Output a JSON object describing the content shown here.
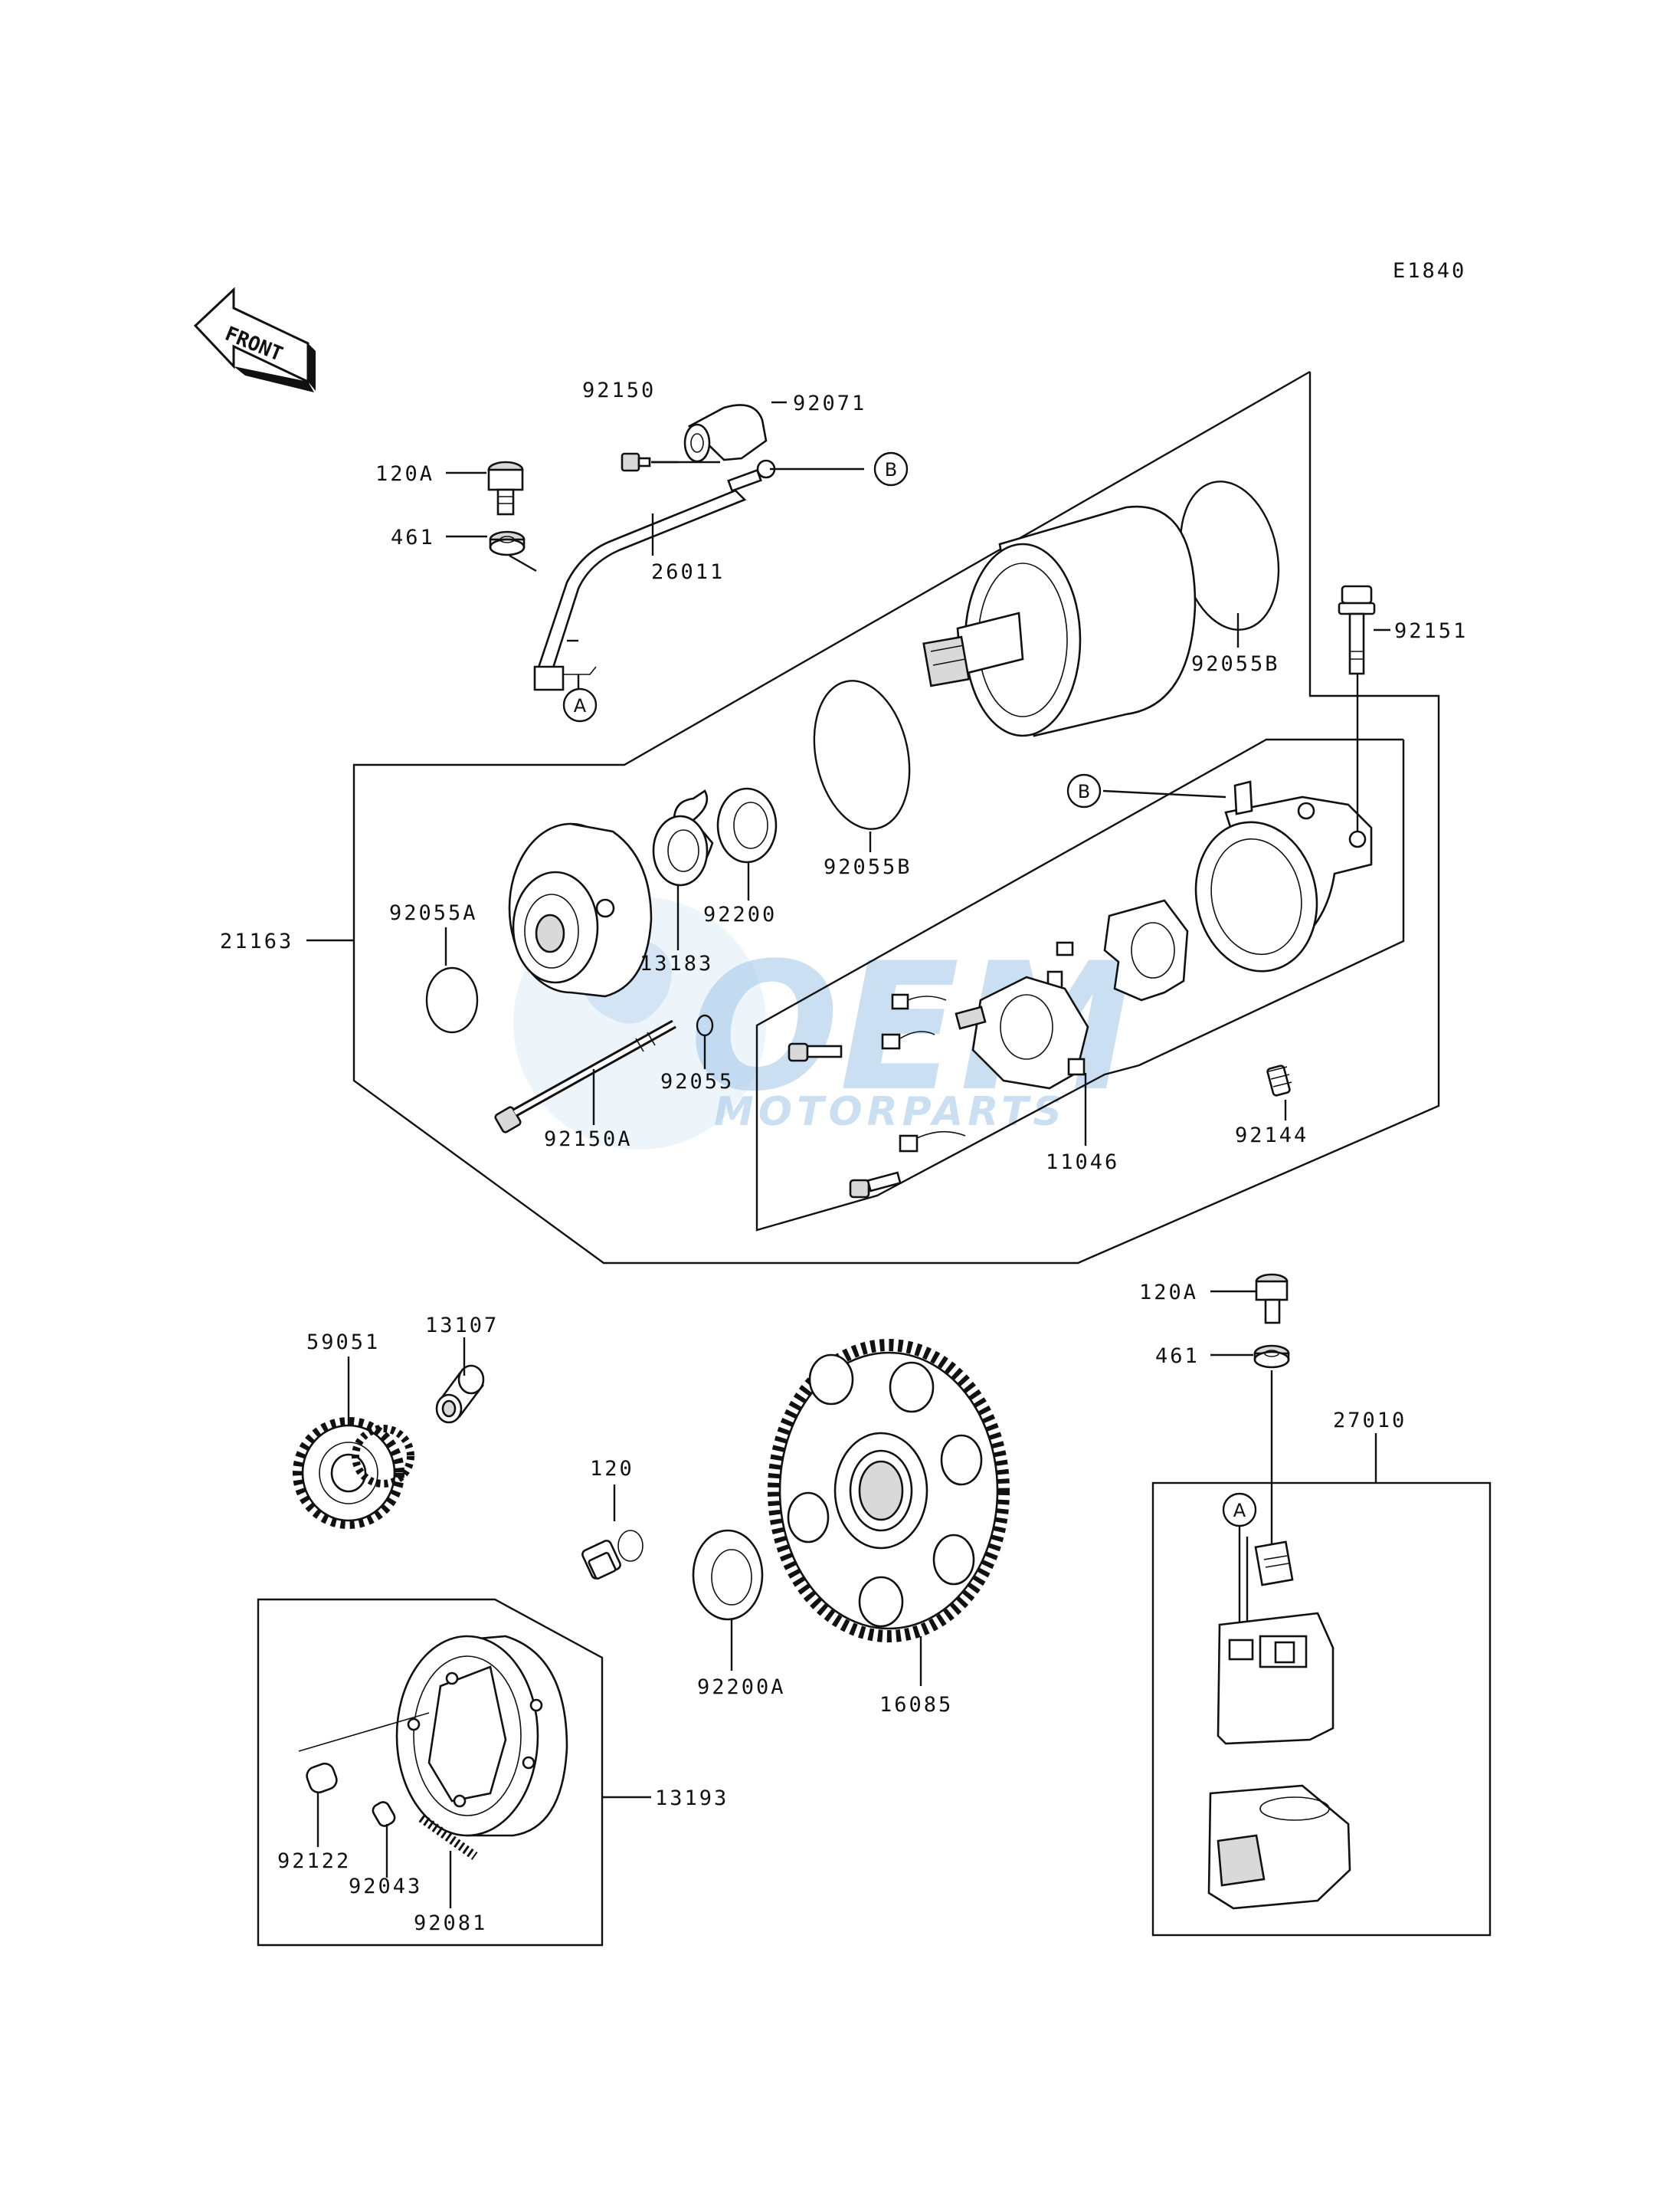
{
  "diagram": {
    "code": "E1840",
    "front_label": "FRONT",
    "watermark": {
      "logo": "OEM",
      "sub": "MOTORPARTS"
    },
    "callouts": {
      "a": "A",
      "b": "B"
    },
    "parts": {
      "p92150": "92150",
      "p92071": "92071",
      "p120A_top": "120A",
      "p461_top": "461",
      "p26011": "26011",
      "p92055B_top": "92055B",
      "p92151": "92151",
      "p92055B_mid": "92055B",
      "p21163": "21163",
      "p92055A": "92055A",
      "p13183": "13183",
      "p92200": "92200",
      "p92055": "92055",
      "p92150A": "92150A",
      "p11046": "11046",
      "p92144": "92144",
      "p120A_bot": "120A",
      "p461_bot": "461",
      "p27010": "27010",
      "p59051": "59051",
      "p13107": "13107",
      "p120": "120",
      "p92200A": "92200A",
      "p16085": "16085",
      "p13193": "13193",
      "p92122": "92122",
      "p92043": "92043",
      "p92081": "92081"
    }
  }
}
